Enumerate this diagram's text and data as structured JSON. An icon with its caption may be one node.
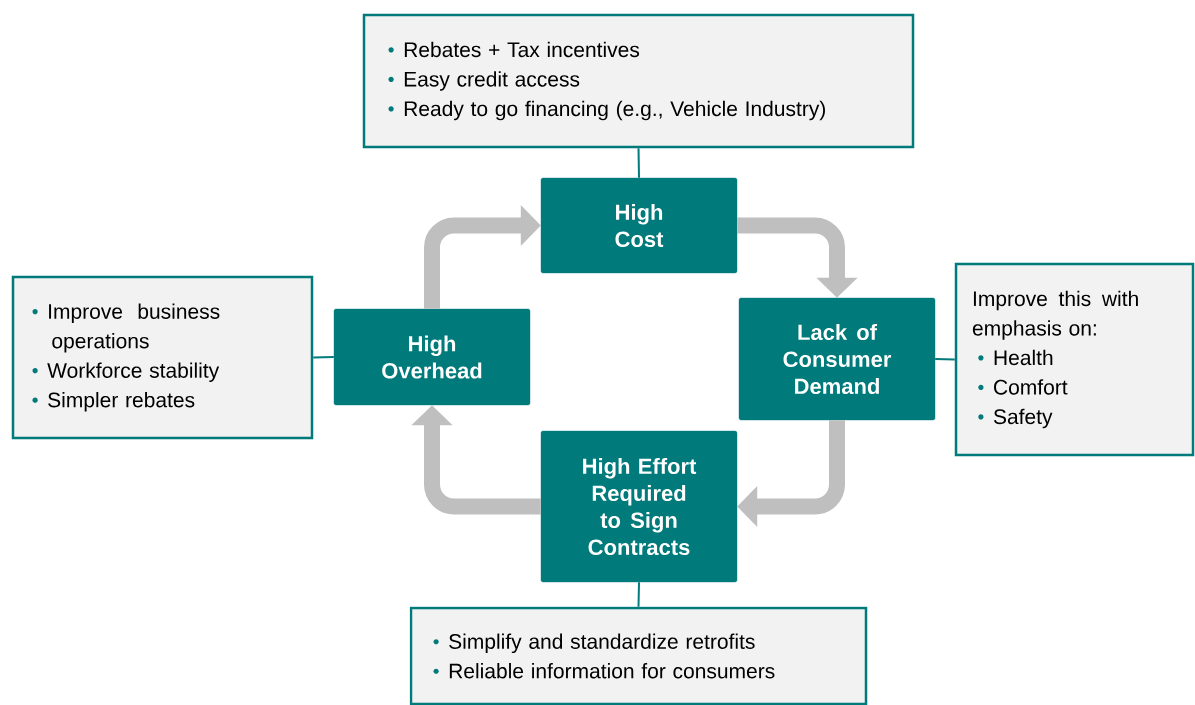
{
  "diagram": {
    "nodes": [
      {
        "text": [
          "Rebates + Tax incentives",
          "Easy credit access",
          "Ready to go financing (e.g., Vehicle Industry)"
        ]
      },
      {
        "text": [
          "Improve business operations",
          "Workforce stability",
          "Simpler rebates"
        ]
      },
      {
        "text": [
          "High Cost"
        ]
      },
      {
        "text": [
          "High Overhead"
        ]
      },
      {
        "text": [
          "Lack of Consumer Demand"
        ]
      },
      {
        "text": [
          "Improve this with emphasis on:",
          "Health",
          "Comfort",
          "Safety"
        ]
      },
      {
        "text": [
          "High Effort Required to Sign Contracts"
        ]
      },
      {
        "text": [
          "Simplify and standardize retrofits",
          "Reliable information for consumers"
        ]
      }
    ],
    "edges": [
      {
        "from": 0,
        "to": 2,
        "arrow": "none",
        "color": "#007a7a"
      },
      {
        "from": 3,
        "to": 1,
        "arrow": "none",
        "color": "#007a7a"
      },
      {
        "from": 4,
        "to": 5,
        "arrow": "none",
        "color": "#007a7a"
      },
      {
        "from": 6,
        "to": 7,
        "arrow": "none",
        "color": "#007a7a"
      },
      {
        "from": 3,
        "to": 2,
        "arrow": "to",
        "style": "thick",
        "color": "#bfbfbf"
      },
      {
        "from": 2,
        "to": 4,
        "arrow": "to",
        "style": "thick",
        "color": "#bfbfbf"
      },
      {
        "from": 4,
        "to": 6,
        "arrow": "to",
        "style": "thick",
        "color": "#bfbfbf"
      },
      {
        "from": 6,
        "to": 3,
        "arrow": "to",
        "style": "thick",
        "color": "#bfbfbf"
      }
    ]
  }
}
